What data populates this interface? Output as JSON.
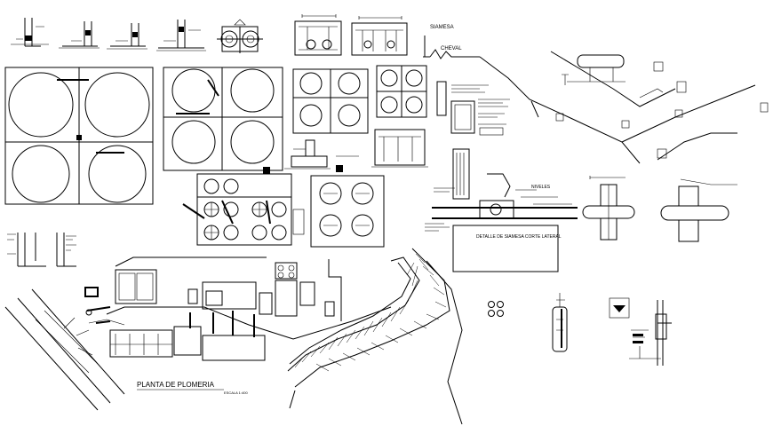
{
  "labels": {
    "siamesa": "SIAMESA",
    "cheval": "CHEVAL",
    "niveles": "NIVELES",
    "detalle_siamesa": "DETALLE DE SIAMESA CORTE LATERAL",
    "planta_plomeria": "PLANTA DE PLOMERIA",
    "escala": "ESCALA 1:400"
  },
  "colors": {
    "ink": "#000000",
    "paper": "#ffffff"
  }
}
